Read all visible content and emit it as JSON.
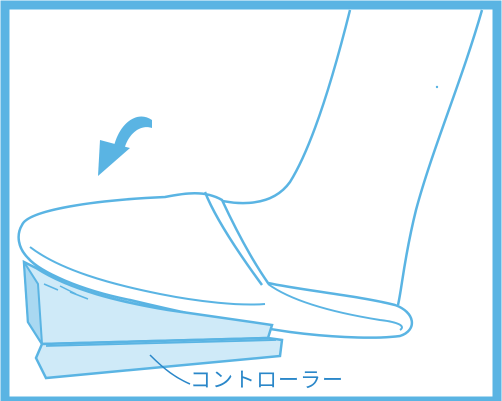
{
  "illustration": {
    "callout_label": "コントローラー",
    "colors": {
      "line": "#5ab4e3",
      "fill_light": "#cfeaf8",
      "fill_mid": "#a9d8f1",
      "text": "#2a87c9"
    },
    "icons": [
      "foot",
      "slipper",
      "controller-wedge",
      "arrow-down-left-icon"
    ]
  }
}
